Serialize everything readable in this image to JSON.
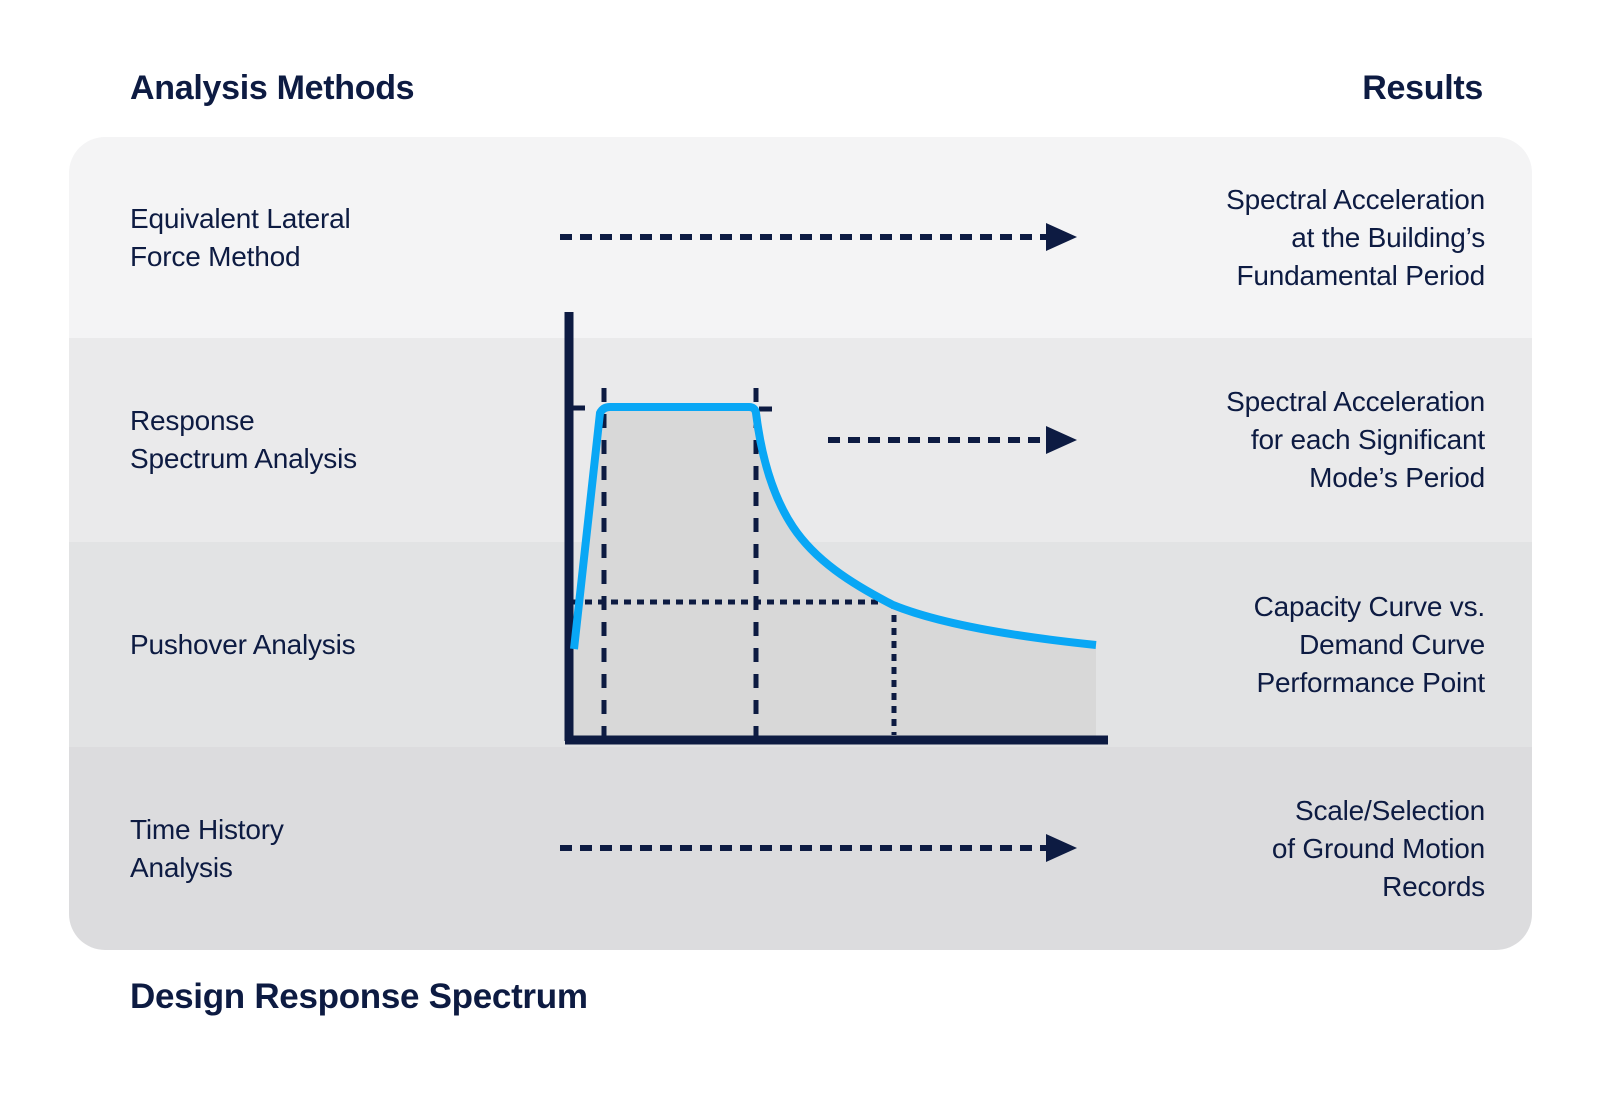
{
  "headings": {
    "methods": "Analysis Methods",
    "results": "Results"
  },
  "rows": [
    {
      "method": "Equivalent Lateral\nForce Method",
      "result": "Spectral Acceleration\nat the Building’s\nFundamental Period",
      "arrow": true,
      "band_color": "#f4f4f5"
    },
    {
      "method": "Response\nSpectrum Analysis",
      "result": "Spectral Acceleration\nfor each Significant\nMode’s Period",
      "arrow": true,
      "band_color": "#eaeaeb"
    },
    {
      "method": "Pushover Analysis",
      "result": "Capacity Curve vs.\nDemand Curve\nPerformance Point",
      "arrow": false,
      "band_color": "#e2e3e4"
    },
    {
      "method": "Time History\nAnalysis",
      "result": "Scale/Selection\nof Ground Motion\nRecords",
      "arrow": true,
      "band_color": "#dcdcde"
    }
  ],
  "caption": "Design Response Spectrum",
  "colors": {
    "navy": "#0d1b42",
    "blue": "#09a7f5",
    "chart-fill": "#d8d8d8",
    "page-bg": "#ffffff"
  },
  "chart_data": {
    "type": "line",
    "title": "Design Response Spectrum",
    "xlabel": "",
    "ylabel": "",
    "axes_labeled": false,
    "legend": "none",
    "description": "Idealized seismic design response spectrum: spectral acceleration rises steeply to a constant plateau between two corner periods (marked by dashed vertical lines and plateau-level ticks), then decays toward a nearly constant long-period value. Dotted horizontal and vertical guides mark one spectral-acceleration/period point on the descending branch. Area under the curve is shaded gray.",
    "x_range_normalized": [
      0,
      1
    ],
    "y_range_normalized": [
      0,
      1
    ],
    "normalized_points": [
      [
        0.009,
        0.216
      ],
      [
        0.065,
        0.782
      ],
      [
        0.347,
        0.782
      ],
      [
        0.416,
        0.5
      ],
      [
        0.521,
        0.369
      ],
      [
        0.601,
        0.317
      ],
      [
        0.707,
        0.275
      ],
      [
        0.837,
        0.239
      ],
      [
        0.974,
        0.223
      ]
    ],
    "plateau_normalized_y": 0.782,
    "corner_periods_normalized_x": [
      0.065,
      0.347
    ],
    "dotted_guide_point_normalized": [
      0.601,
      0.317
    ]
  }
}
